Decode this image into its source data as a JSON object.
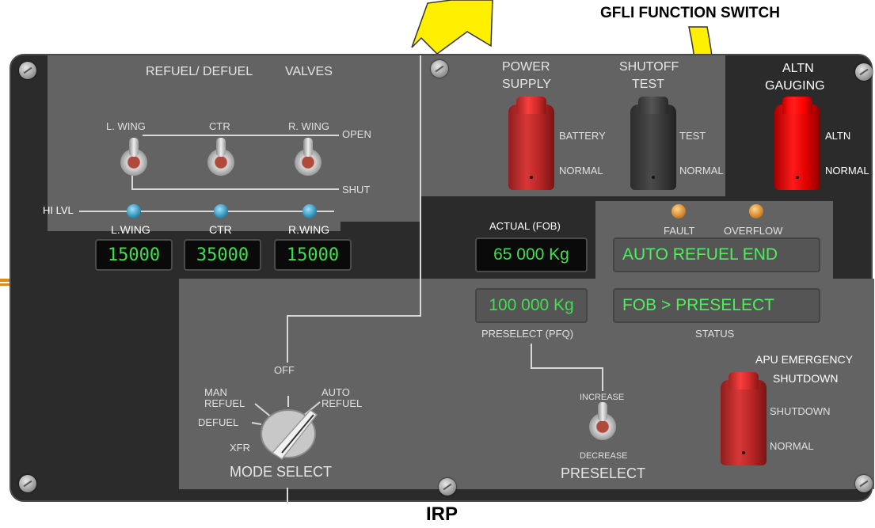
{
  "captions": {
    "gfli_switch": "GFLI FUNCTION SWITCH",
    "irp": "IRP"
  },
  "valves": {
    "title": "REFUEL/ DEFUEL",
    "title2": "VALVES",
    "left_wing": "L. WING",
    "center": "CTR",
    "right_wing": "R. WING",
    "open": "OPEN",
    "shut": "SHUT",
    "hi_lvl": "HI LVL"
  },
  "quantities": {
    "left_wing_label": "L.WING",
    "center_label": "CTR",
    "right_wing_label": "R.WING",
    "left_wing_value": "15000",
    "center_value": "35000",
    "right_wing_value": "15000"
  },
  "power_supply": {
    "title": "POWER",
    "title2": "SUPPLY",
    "battery": "BATTERY",
    "normal": "NORMAL"
  },
  "shutoff_test": {
    "title": "SHUTOFF",
    "title2": "TEST",
    "test": "TEST",
    "normal": "NORMAL"
  },
  "altn_gauging": {
    "title": "ALTN",
    "title2": "GAUGING",
    "altn": "ALTN",
    "normal": "NORMAL"
  },
  "indicators": {
    "fault": "FAULT",
    "overflow": "OVERFLOW"
  },
  "fob": {
    "label": "ACTUAL (FOB)",
    "value": "65 000 Kg"
  },
  "pfq": {
    "value": "100 000 Kg",
    "label": "PRESELECT (PFQ)"
  },
  "status": {
    "line1": "AUTO REFUEL END",
    "line2": "FOB > PRESELECT",
    "label": "STATUS"
  },
  "mode_select": {
    "off": "OFF",
    "man_refuel": "MAN",
    "man_refuel2": "REFUEL",
    "auto_refuel": "AUTO",
    "auto_refuel2": "REFUEL",
    "defuel": "DEFUEL",
    "xfr": "XFR",
    "title": "MODE SELECT"
  },
  "preselect": {
    "increase": "INCREASE",
    "decrease": "DECREASE",
    "title": "PRESELECT"
  },
  "apu": {
    "title": "APU  EMERGENCY",
    "title2": "SHUTDOWN",
    "shutdown": "SHUTDOWN",
    "normal": "NORMAL"
  }
}
